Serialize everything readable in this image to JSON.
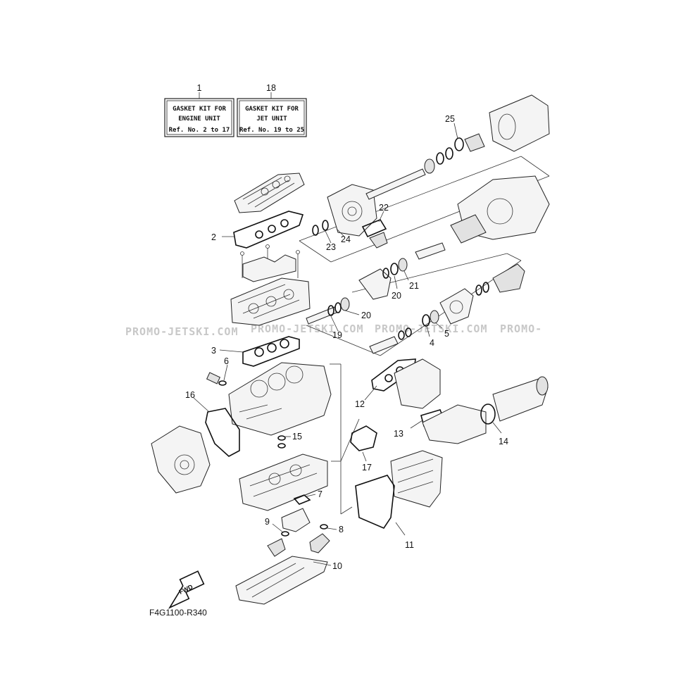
{
  "kits": [
    {
      "callout": "1",
      "lines": [
        "GASKET KIT FOR",
        "ENGINE UNIT",
        "Ref. No. 2 to 17"
      ]
    },
    {
      "callout": "18",
      "lines": [
        "GASKET KIT FOR",
        "JET UNIT",
        "Ref. No. 19 to 25"
      ]
    }
  ],
  "callouts": [
    "2",
    "3",
    "4",
    "5",
    "6",
    "7",
    "8",
    "9",
    "10",
    "11",
    "12",
    "13",
    "14",
    "15",
    "16",
    "17",
    "18",
    "19",
    "20",
    "21",
    "22",
    "23",
    "24",
    "25"
  ],
  "watermark": "PROMO-JETSKI.COM",
  "watermark_tail": "PROMO-",
  "reference_code": "F4G1100-R340",
  "fwd_label": "FWD"
}
